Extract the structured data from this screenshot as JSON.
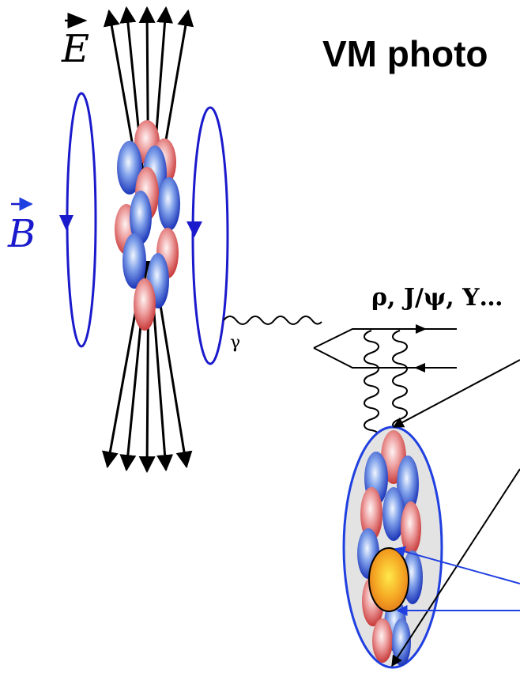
{
  "title": "VM photo",
  "labels": {
    "e_field": "E",
    "b_field": "B",
    "photon": "γ",
    "vector_mesons": "ρ, J/ψ, Υ…"
  },
  "colors": {
    "field_lines": "#000000",
    "magnetic_loops": "#1a1acc",
    "b_label": "#1a1acc",
    "proton": "#e07070",
    "neutron": "#3a5ad0",
    "target_outline": "#1f3fe0",
    "target_fill": "#e3e3e3",
    "hotspot": "#f0a020",
    "pointer_black": "#000000",
    "pointer_blue": "#1f3fe0"
  },
  "icons": {
    "nucleus": "nucleus-icon",
    "gluon": "gluon-spring-icon"
  }
}
